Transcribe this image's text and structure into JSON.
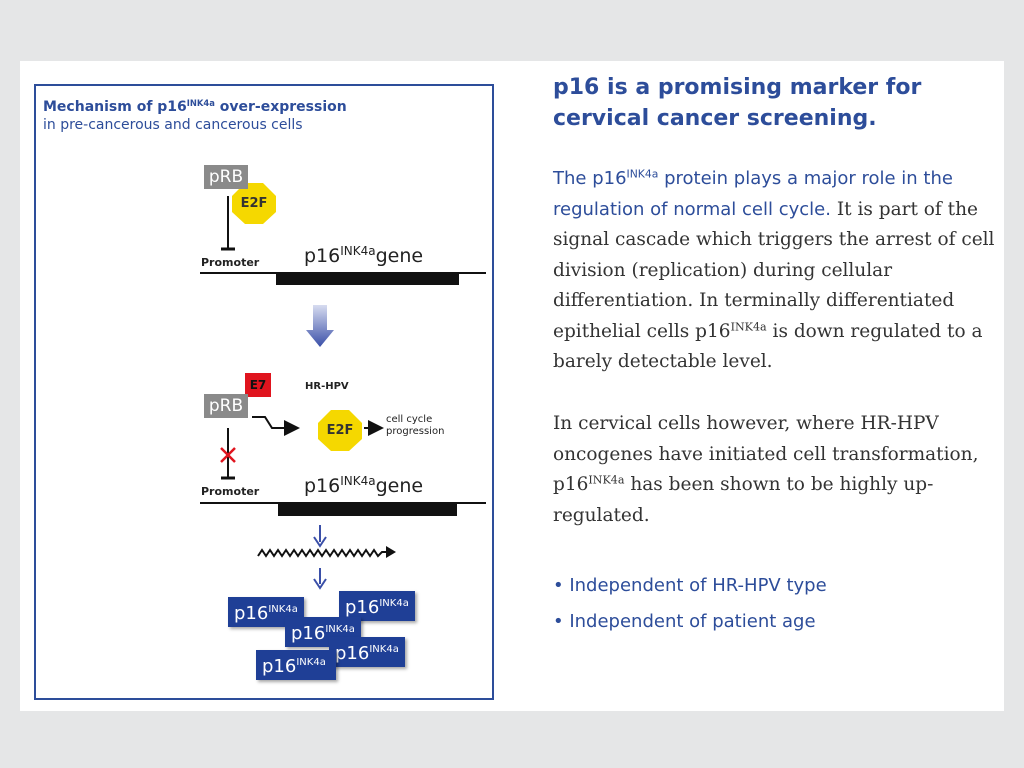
{
  "figure": {
    "title_bold": "Mechanism of p16",
    "title_sup": "INK4a",
    "title_rest": " over-expression",
    "title_line2": "in pre-cancerous and cancerous cells",
    "prb_label": "pRB",
    "e2f_label": "E2F",
    "e7_label": "E7",
    "hrhpv_label": "HR-HPV",
    "promoter_label": "Promoter",
    "gene_prefix": "p16",
    "gene_sup": "INK4a",
    "gene_suffix": "gene",
    "cell_cycle_line1": "cell cycle",
    "cell_cycle_line2": "progression",
    "protein_prefix": "p16",
    "protein_sup": "INK4a",
    "colors": {
      "frame": "#2d4d9a",
      "e2f": "#f5d800",
      "e7": "#e0141e",
      "prb": "#8a8a8a",
      "protein": "#1f3f96"
    }
  },
  "text": {
    "heading_line1": "p16 is a promising marker for",
    "heading_line2": "cervical cancer screening.",
    "lead_prefix": "The p16",
    "lead_sup": "INK4a",
    "lead_suffix": " protein plays a major role in the regulation of normal cell cycle.",
    "para1_rest": " It is part of the signal cascade which triggers the arrest of cell division (replication) during cellular differentiation. In terminally differentiated epithelial cells p16",
    "para1_sup": "INK4a",
    "para1_end": " is down regulated to a barely detectable level.",
    "para2_start": "In cervical cells however, where HR-HPV oncogenes have initiated cell transformation, p16",
    "para2_sup": "INK4a",
    "para2_end": " has been shown to be highly up-regulated.",
    "bullets": [
      "Independent of HR-HPV type",
      "Independent of patient age"
    ]
  }
}
